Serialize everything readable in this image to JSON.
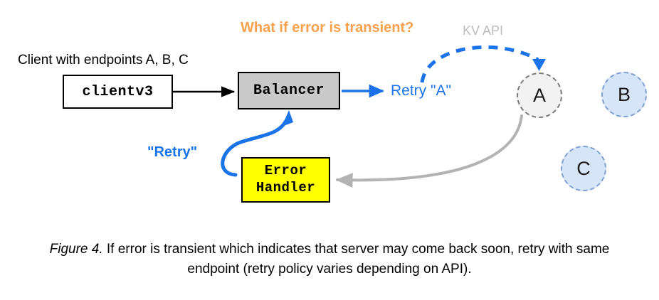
{
  "figure": {
    "title_question": "What if error is transient?",
    "kv_api_label": "KV API",
    "client_note": "Client with endpoints A, B, C",
    "caption_prefix": "Figure 4.",
    "caption_text": " If error is transient which indicates that server may come back soon, retry with same endpoint (retry policy varies depending on API)."
  },
  "nodes": {
    "client": {
      "label": "clientv3"
    },
    "balancer": {
      "label": "Balancer"
    },
    "error_handler": {
      "label_line1": "Error",
      "label_line2": "Handler"
    },
    "endpoint_a": {
      "label": "A"
    },
    "endpoint_b": {
      "label": "B"
    },
    "endpoint_c": {
      "label": "C"
    }
  },
  "edges": {
    "client_to_balancer": {
      "label": ""
    },
    "balancer_to_retry": {
      "label": "Retry \"A\""
    },
    "error_handler_to_balancer": {
      "label": "\"Retry\""
    },
    "endpoint_a_to_error_handler": {
      "label": ""
    },
    "request_arc_to_endpoint_a": {
      "label": ""
    }
  },
  "colors": {
    "accent_orange": "#f9a04c",
    "accent_blue": "#1a73e8",
    "gray_line": "#b3b3b3",
    "kv_api_gray": "#bcbcbc",
    "balancer_fill": "#c9c9c9",
    "error_handler_fill": "#ffff00",
    "endpoint_inactive_fill": "#d7e5f8",
    "endpoint_active_fill": "#f2f2f2"
  }
}
